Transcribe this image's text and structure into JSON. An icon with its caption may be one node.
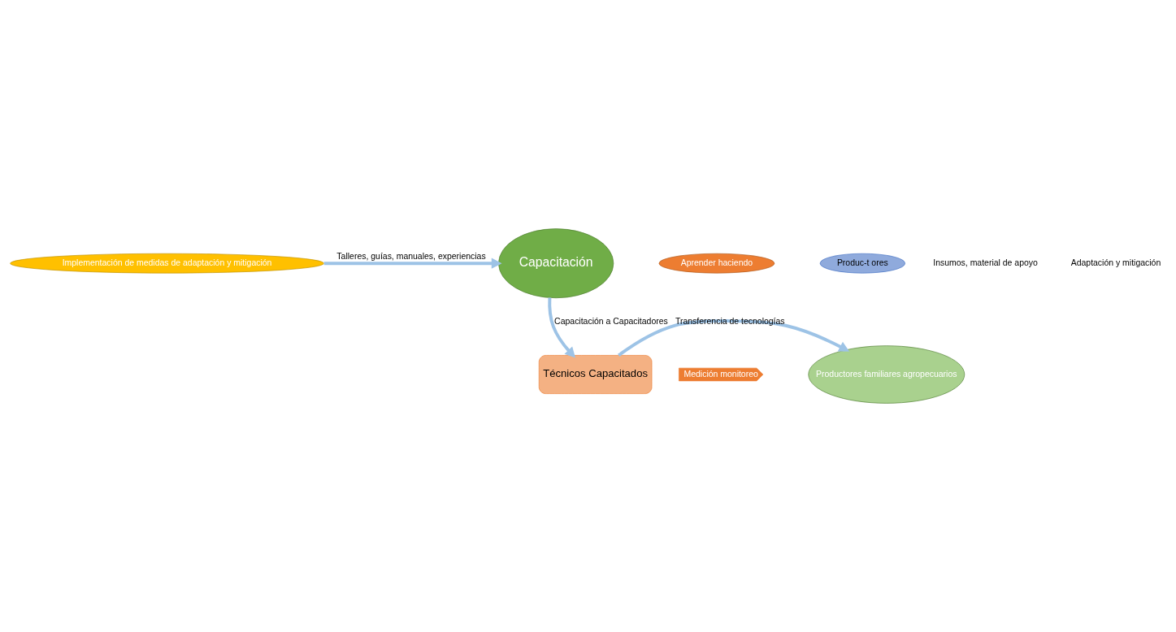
{
  "diagram": {
    "nodes": [
      {
        "text": [
          "Implementación de medidas de adaptación y mitigación"
        ]
      },
      {
        "text": [
          "Capacitación"
        ]
      },
      {
        "text": [
          "Aprender haciendo"
        ]
      },
      {
        "text": [
          "Produc-t ores"
        ]
      },
      {
        "text": [
          "Técnicos Capacitados"
        ]
      },
      {
        "text": [
          "Productores familiares agropecuarios"
        ]
      },
      {
        "text": [
          "Medición monitoreo"
        ]
      }
    ],
    "edges": [
      {
        "from": 0,
        "to": 1,
        "arrow": "to",
        "label": "Talleres, guías, manuales, experiencias"
      },
      {
        "from": 1,
        "to": 4,
        "arrow": "to",
        "label": "Capacitación a Capacitadores"
      },
      {
        "from": 4,
        "to": 5,
        "arrow": "to",
        "label": "Transferencia de tecnologías"
      }
    ],
    "labels": [
      "Insumos, material de apoyo",
      "Adaptación y mitigación"
    ]
  }
}
